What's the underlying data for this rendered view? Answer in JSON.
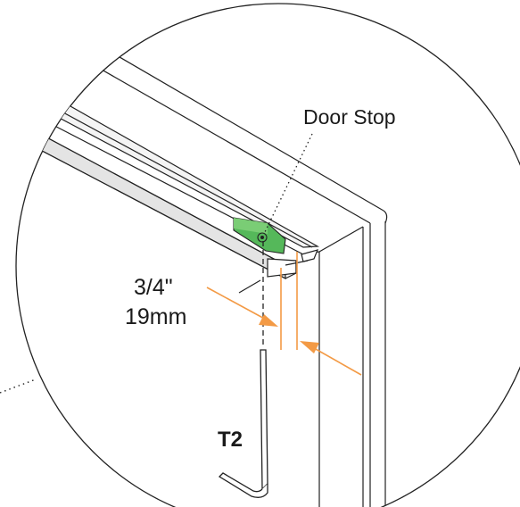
{
  "labels": {
    "door_stop": "Door Stop",
    "measure_imperial": "3/4\"",
    "measure_metric": "19mm",
    "tool": "T2"
  },
  "colors": {
    "accent_orange": "#f39a45",
    "door_stop_green": "#55b85a",
    "rail_grey": "#e4e4e4",
    "line": "#222222"
  }
}
